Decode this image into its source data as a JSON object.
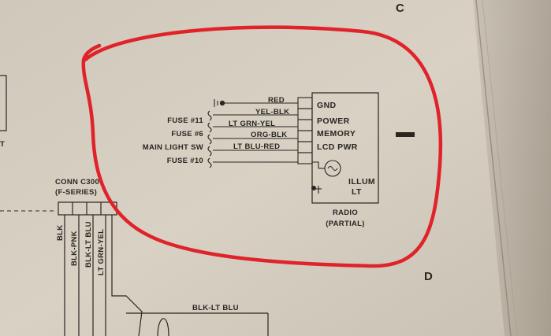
{
  "page_letters": {
    "top": "C",
    "bottom": "D"
  },
  "connector": {
    "name": "CONN C300",
    "subtitle": "(F-SERIES)"
  },
  "connector_wires": [
    "BLK",
    "BLK-PNK",
    "BLK-LT BLU",
    "LT GRN-YEL"
  ],
  "bottom_wire": "BLK-LT BLU",
  "left_stub": "T",
  "radio": {
    "wires": [
      {
        "color": "RED",
        "source": "",
        "pin": "GND"
      },
      {
        "color": "YEL-BLK",
        "source": "FUSE #11",
        "pin": "POWER"
      },
      {
        "color": "LT GRN-YEL",
        "source": "FUSE #6",
        "pin": "MEMORY"
      },
      {
        "color": "ORG-BLK",
        "source": "MAIN LIGHT SW",
        "pin": "LCD PWR"
      },
      {
        "color": "LT BLU-RED",
        "source": "FUSE #10",
        "pin": ""
      }
    ],
    "illum_label": [
      "ILLUM",
      "LT"
    ],
    "label": [
      "RADIO",
      "(PARTIAL)"
    ]
  },
  "colors": {
    "paper": "#d6cfc2",
    "ink": "#2a2622",
    "highlight_circle": "#e0232a"
  }
}
